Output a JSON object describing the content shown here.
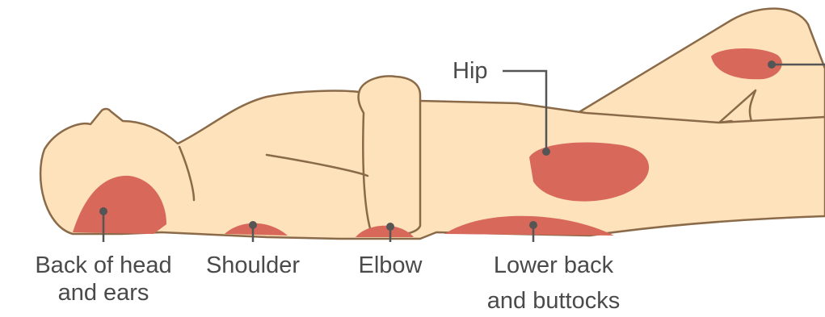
{
  "colors": {
    "skin": "#fde2bb",
    "outline": "#8a6a48",
    "pressure_area": "#d8695a",
    "leader_line": "#555555",
    "label_text": "#4a4a4a"
  },
  "labels": {
    "head": {
      "line1": "Back of head",
      "line2": "and ears"
    },
    "shoulder": "Shoulder",
    "elbow": "Elbow",
    "lower_back": {
      "line1": "Lower back",
      "line2": "and buttocks"
    },
    "hip": "Hip"
  }
}
